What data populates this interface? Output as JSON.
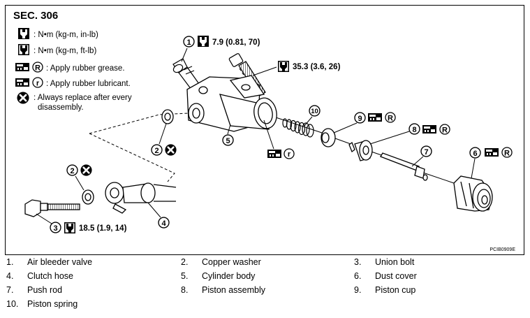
{
  "header": {
    "section": "SEC. 306"
  },
  "key": [
    {
      "icon": "torque-wrench-in-lb-icon",
      "text": ": N•m (kg-m, in-lb)"
    },
    {
      "icon": "torque-wrench-ft-lb-icon",
      "text": ": N•m (kg-m, ft-lb)"
    },
    {
      "icon": "rubber-grease-icon",
      "letter": "R",
      "text": ": Apply rubber grease."
    },
    {
      "icon": "rubber-lubricant-icon",
      "letter": "r",
      "text": ": Apply rubber lubricant."
    },
    {
      "icon": "replace-icon",
      "text_lines": [
        ": Always replace after every",
        "disassembly."
      ]
    }
  ],
  "callouts": {
    "c1": {
      "num": "1",
      "torque": "7.9 (0.81, 70)"
    },
    "c_bolt_top": {
      "torque": "35.3 (3.6, 26)"
    },
    "c10": {
      "num": "10"
    },
    "c9": {
      "num": "9",
      "letter": "R"
    },
    "c8": {
      "num": "8",
      "letter": "R"
    },
    "c7": {
      "num": "7"
    },
    "c6": {
      "num": "6",
      "letter": "R"
    },
    "c5": {
      "num": "5"
    },
    "c5_lube": {
      "letter": "r"
    },
    "c2a": {
      "num": "2"
    },
    "c2b": {
      "num": "2"
    },
    "c3": {
      "num": "3",
      "torque": "18.5 (1.9, 14)"
    },
    "c4": {
      "num": "4"
    }
  },
  "figure_code": "PCIB0909E",
  "legend": [
    [
      {
        "num": "1.",
        "label": "Air bleeder valve"
      },
      {
        "num": "2.",
        "label": "Copper washer"
      },
      {
        "num": "3.",
        "label": "Union bolt"
      }
    ],
    [
      {
        "num": "4.",
        "label": "Clutch hose"
      },
      {
        "num": "5.",
        "label": "Cylinder body"
      },
      {
        "num": "6.",
        "label": "Dust cover"
      }
    ],
    [
      {
        "num": "7.",
        "label": "Push rod"
      },
      {
        "num": "8.",
        "label": "Piston assembly"
      },
      {
        "num": "9.",
        "label": "Piston cup"
      }
    ],
    [
      {
        "num": "10.",
        "label": "Piston spring"
      }
    ]
  ]
}
